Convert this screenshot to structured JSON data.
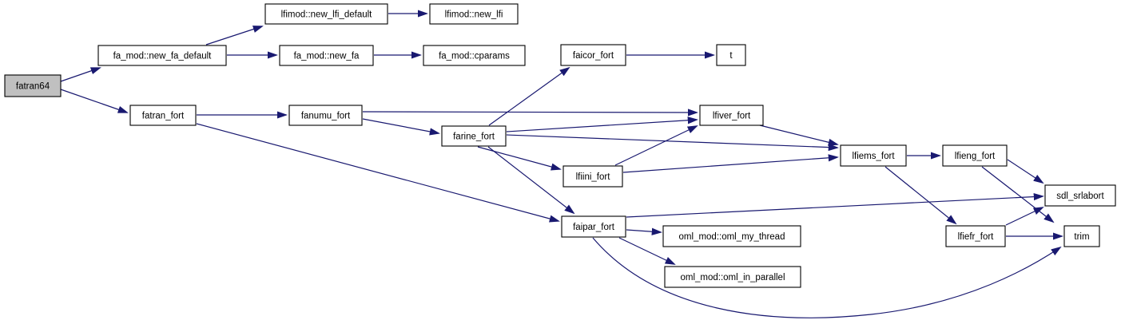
{
  "diagram": {
    "kind": "call-graph",
    "colors": {
      "background": "#ffffff",
      "edge": "#191970",
      "node_fill": "#ffffff",
      "node_border": "#000000",
      "root_fill": "#c0c0c0"
    },
    "nodes": [
      {
        "id": "fatran64",
        "label": "fatran64",
        "root": true
      },
      {
        "id": "new_fa_default",
        "label": "fa_mod::new_fa_default"
      },
      {
        "id": "new_lfi_default",
        "label": "lfimod::new_lfi_default"
      },
      {
        "id": "new_lfi",
        "label": "lfimod::new_lfi"
      },
      {
        "id": "new_fa",
        "label": "fa_mod::new_fa"
      },
      {
        "id": "cparams",
        "label": "fa_mod::cparams"
      },
      {
        "id": "fatran_fort",
        "label": "fatran_fort"
      },
      {
        "id": "fanumu_fort",
        "label": "fanumu_fort"
      },
      {
        "id": "farine_fort",
        "label": "farine_fort"
      },
      {
        "id": "faicor_fort",
        "label": "faicor_fort"
      },
      {
        "id": "t",
        "label": "t"
      },
      {
        "id": "lfiver_fort",
        "label": "lfiver_fort"
      },
      {
        "id": "lfiini_fort",
        "label": "lfiini_fort"
      },
      {
        "id": "lfiems_fort",
        "label": "lfiems_fort"
      },
      {
        "id": "lfieng_fort",
        "label": "lfieng_fort"
      },
      {
        "id": "sdl_srlabort",
        "label": "sdl_srlabort"
      },
      {
        "id": "lfiefr_fort",
        "label": "lfiefr_fort"
      },
      {
        "id": "trim",
        "label": "trim"
      },
      {
        "id": "faipar_fort",
        "label": "faipar_fort"
      },
      {
        "id": "oml_my_thread",
        "label": "oml_mod::oml_my_thread"
      },
      {
        "id": "oml_in_parallel",
        "label": "oml_mod::oml_in_parallel"
      }
    ],
    "edges": [
      {
        "from": "fatran64",
        "to": "fa_mod::new_fa_default"
      },
      {
        "from": "fatran64",
        "to": "fatran_fort"
      },
      {
        "from": "fa_mod::new_fa_default",
        "to": "lfimod::new_lfi_default"
      },
      {
        "from": "fa_mod::new_fa_default",
        "to": "fa_mod::new_fa"
      },
      {
        "from": "lfimod::new_lfi_default",
        "to": "lfimod::new_lfi"
      },
      {
        "from": "fa_mod::new_fa",
        "to": "fa_mod::cparams"
      },
      {
        "from": "fatran_fort",
        "to": "fanumu_fort"
      },
      {
        "from": "fatran_fort",
        "to": "faipar_fort"
      },
      {
        "from": "fanumu_fort",
        "to": "farine_fort"
      },
      {
        "from": "fanumu_fort",
        "to": "lfiver_fort"
      },
      {
        "from": "farine_fort",
        "to": "faicor_fort"
      },
      {
        "from": "farine_fort",
        "to": "lfiver_fort"
      },
      {
        "from": "farine_fort",
        "to": "lfiini_fort"
      },
      {
        "from": "farine_fort",
        "to": "faipar_fort"
      },
      {
        "from": "farine_fort",
        "to": "lfiems_fort"
      },
      {
        "from": "faicor_fort",
        "to": "t"
      },
      {
        "from": "lfiini_fort",
        "to": "lfiver_fort"
      },
      {
        "from": "lfiini_fort",
        "to": "lfiems_fort"
      },
      {
        "from": "lfiver_fort",
        "to": "lfiems_fort"
      },
      {
        "from": "lfiems_fort",
        "to": "lfieng_fort"
      },
      {
        "from": "lfiems_fort",
        "to": "lfiefr_fort"
      },
      {
        "from": "lfieng_fort",
        "to": "sdl_srlabort"
      },
      {
        "from": "lfieng_fort",
        "to": "trim"
      },
      {
        "from": "lfiefr_fort",
        "to": "sdl_srlabort"
      },
      {
        "from": "lfiefr_fort",
        "to": "trim"
      },
      {
        "from": "faipar_fort",
        "to": "sdl_srlabort"
      },
      {
        "from": "faipar_fort",
        "to": "oml_mod::oml_my_thread"
      },
      {
        "from": "faipar_fort",
        "to": "oml_mod::oml_in_parallel"
      },
      {
        "from": "faipar_fort",
        "to": "trim"
      }
    ]
  }
}
